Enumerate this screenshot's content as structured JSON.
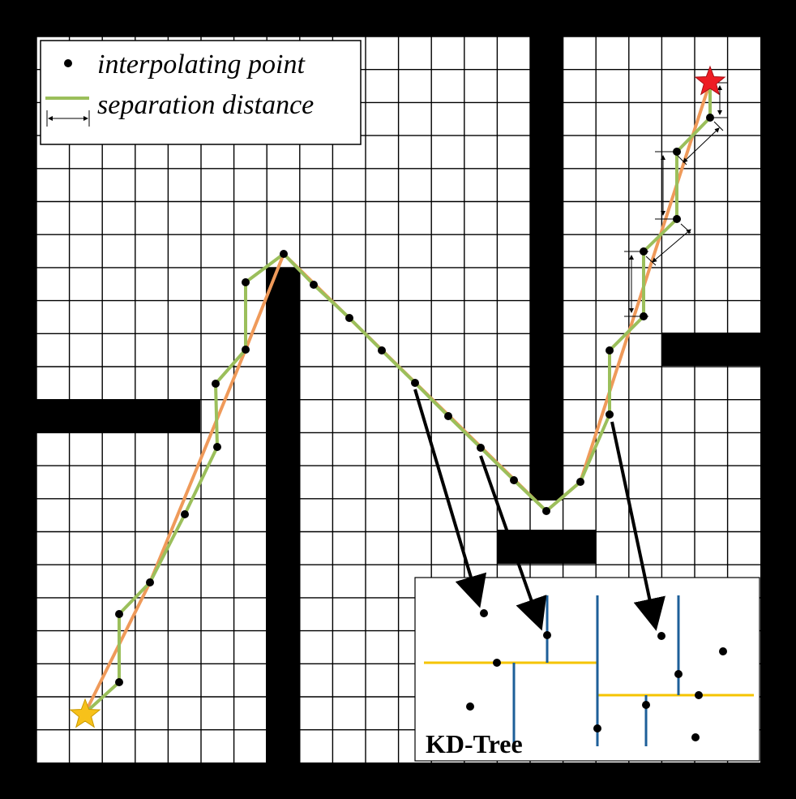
{
  "legend": {
    "point_label": "interpolating point",
    "separation_label": "separation distance"
  },
  "inset": {
    "title": "KD-Tree"
  },
  "colors": {
    "wall": "#000000",
    "grid": "#000000",
    "raw_path": "#ef9a5a",
    "smoothed_path": "#9bbf5b",
    "point": "#000000",
    "start_star": "#f7c11a",
    "goal_star": "#ee1c24",
    "split_horizontal": "#f5c400",
    "split_vertical": "#1d5f99",
    "arrow": "#000000"
  },
  "icons": {
    "start": "yellow-star-icon",
    "goal": "red-star-icon",
    "point": "black-dot-icon"
  }
}
